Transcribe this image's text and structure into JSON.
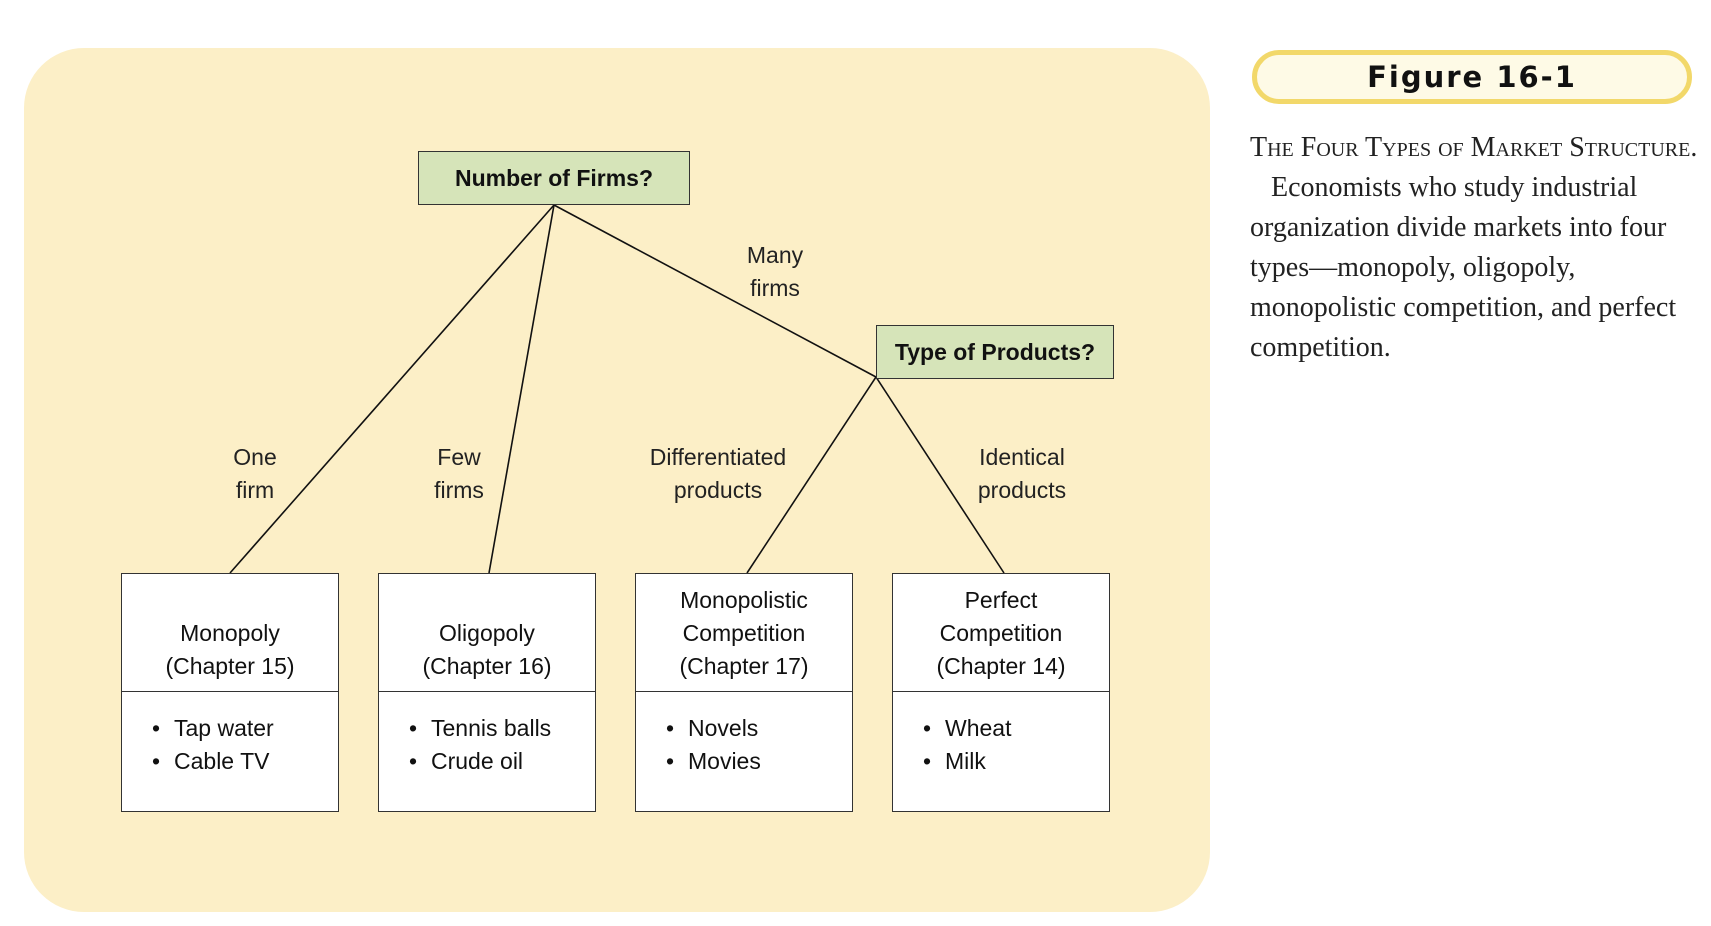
{
  "figure": {
    "label": "Figure 16-1",
    "caption_title": "The Four Types of Market Structure.",
    "caption_body": "Economists who study industrial organization divide markets into four types—monopoly, oligopoly, monopolistic competition, and perfect competition."
  },
  "diagram": {
    "question_firms": "Number of Firms?",
    "question_products": "Type of Products?",
    "branches": {
      "one_firm": [
        "One",
        "firm"
      ],
      "few_firms": [
        "Few",
        "firms"
      ],
      "many_firms": [
        "Many",
        "firms"
      ],
      "differentiated": [
        "Differentiated",
        "products"
      ],
      "identical": [
        "Identical",
        "products"
      ]
    },
    "markets": [
      {
        "name": [
          "Monopoly"
        ],
        "chapter": "(Chapter 15)",
        "examples": [
          "Tap water",
          "Cable TV"
        ]
      },
      {
        "name": [
          "Oligopoly"
        ],
        "chapter": "(Chapter 16)",
        "examples": [
          "Tennis balls",
          "Crude oil"
        ]
      },
      {
        "name": [
          "Monopolistic",
          "Competition"
        ],
        "chapter": "(Chapter 17)",
        "examples": [
          "Novels",
          "Movies"
        ]
      },
      {
        "name": [
          "Perfect",
          "Competition"
        ],
        "chapter": "(Chapter 14)",
        "examples": [
          "Wheat",
          "Milk"
        ]
      }
    ]
  },
  "colors": {
    "panel_background": "#fcefc7",
    "question_box_fill": "#d6e4b9",
    "figure_pill_border": "#f2d86a"
  }
}
